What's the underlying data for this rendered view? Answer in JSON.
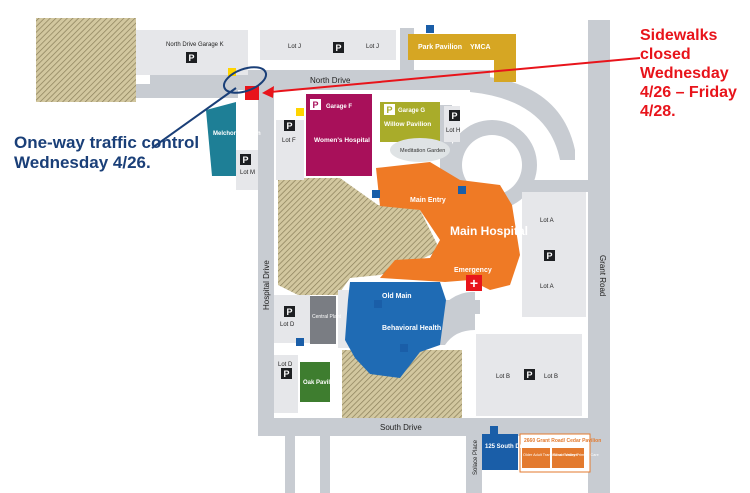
{
  "callouts": {
    "one_way": "One-way traffic control Wednesday 4/26.",
    "sidewalks": "Sidewalks closed Wednesday 4/26 – Friday 4/28."
  },
  "roads": {
    "north": "North Drive",
    "south": "South Drive",
    "hospital": "Hospital Drive",
    "grant": "Grant Road",
    "solace": "Solace Place"
  },
  "buildings": {
    "north_garage": "North Drive Garage K",
    "park_pavilion": "Park Pavilion",
    "ymca": "YMCA",
    "melchor": "Melchor Pavilion",
    "garage_f": "Garage F",
    "womens": "Women's Hospital",
    "garage_g": "Garage G",
    "willow": "Willow Pavilion",
    "meditation": "Meditation Garden",
    "main_entry": "Main Entry",
    "main_hospital": "Main Hospital",
    "emergency": "Emergency",
    "old_main": "Old Main",
    "behavioral": "Behavioral Health",
    "central_plant": "Central Plant",
    "oak": "Oak Pavilion",
    "south_125": "125 South Drive",
    "grant_2660": "2660 Grant Road/ Cedar Pavilion",
    "older_adult": "Older Adult Transitional Services",
    "silicon_valley": "Silicon Valley Primary Care"
  },
  "lots": {
    "j1": "Lot J",
    "j2": "Lot J",
    "h": "Lot H",
    "f": "Lot F",
    "m": "Lot M",
    "d1": "Lot D",
    "d2": "Lot D",
    "a1": "Lot A",
    "a2": "Lot A",
    "b1": "Lot B",
    "b2": "Lot B"
  },
  "icons": {
    "parking": "P",
    "emergency_cross": "+"
  },
  "colors": {
    "road": "#c8ccd2",
    "building_gray": "#e6e7ea",
    "hatch": "#c2b68c",
    "melchor": "#1e7f96",
    "womens": "#a8105a",
    "willow": "#a9ac2a",
    "park": "#d6a623",
    "main": "#ef7a25",
    "old_main": "#1f6bb4",
    "oak": "#3e7d2f",
    "south_125": "#1a5ea8",
    "grant_2660": "#e37a2e",
    "callout_red": "#e8141b",
    "callout_blue": "#1a3f78"
  }
}
